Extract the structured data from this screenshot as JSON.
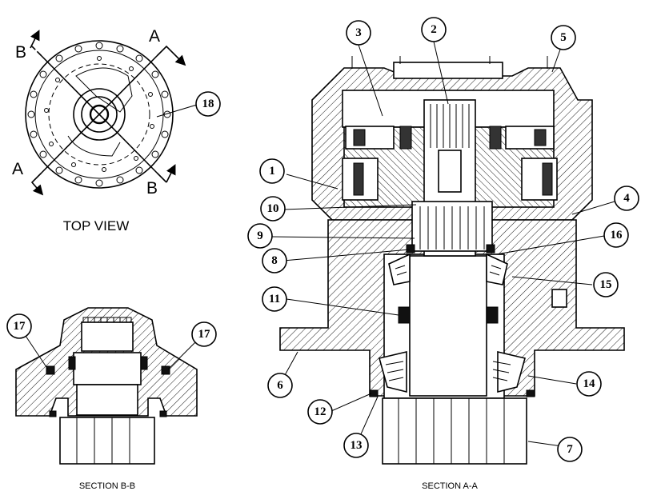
{
  "labels": {
    "top_view": "TOP VIEW",
    "section_bb": "SECTION B-B",
    "section_aa": "SECTION A-A"
  },
  "section_markers": {
    "a_top": "A",
    "b_top": "B",
    "a_bottom": "A",
    "b_bottom": "B"
  },
  "callouts": [
    "1",
    "2",
    "3",
    "4",
    "5",
    "6",
    "7",
    "8",
    "9",
    "10",
    "11",
    "12",
    "13",
    "14",
    "15",
    "16",
    "17",
    "17",
    "18"
  ]
}
